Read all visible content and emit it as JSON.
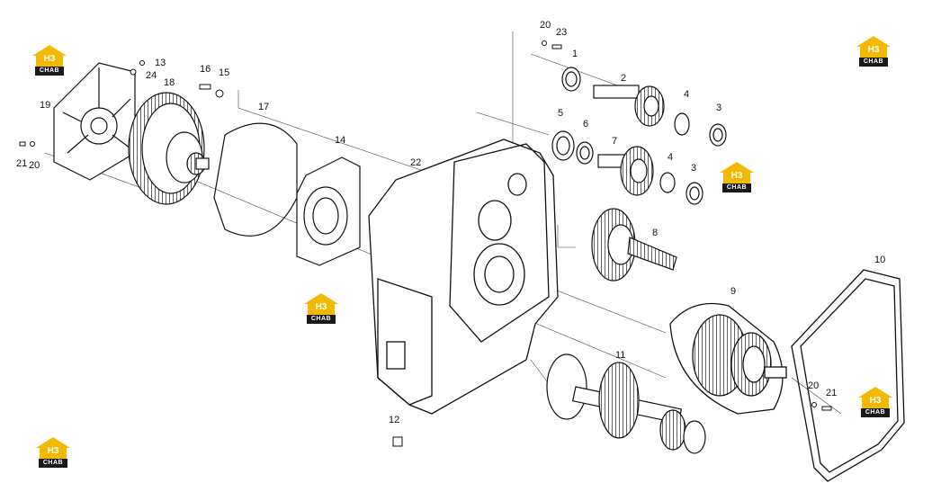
{
  "brand": {
    "mark_text": "H3",
    "name": "CHAB",
    "colors": {
      "yellow": "#f2b900",
      "dark": "#1a1a1a"
    }
  },
  "part_labels": [
    {
      "id": "p1",
      "text": "1"
    },
    {
      "id": "p2",
      "text": "2"
    },
    {
      "id": "p3a",
      "text": "3"
    },
    {
      "id": "p3b",
      "text": "3"
    },
    {
      "id": "p4a",
      "text": "4"
    },
    {
      "id": "p4b",
      "text": "4"
    },
    {
      "id": "p5",
      "text": "5"
    },
    {
      "id": "p6",
      "text": "6"
    },
    {
      "id": "p7",
      "text": "7"
    },
    {
      "id": "p8",
      "text": "8"
    },
    {
      "id": "p9",
      "text": "9"
    },
    {
      "id": "p10",
      "text": "10"
    },
    {
      "id": "p11",
      "text": "11"
    },
    {
      "id": "p12",
      "text": "12"
    },
    {
      "id": "p13",
      "text": "13"
    },
    {
      "id": "p14",
      "text": "14"
    },
    {
      "id": "p15",
      "text": "15"
    },
    {
      "id": "p16",
      "text": "16"
    },
    {
      "id": "p17",
      "text": "17"
    },
    {
      "id": "p18",
      "text": "18"
    },
    {
      "id": "p19",
      "text": "19"
    },
    {
      "id": "p20a",
      "text": "20"
    },
    {
      "id": "p20b",
      "text": "20"
    },
    {
      "id": "p20c",
      "text": "20"
    },
    {
      "id": "p21a",
      "text": "21"
    },
    {
      "id": "p21b",
      "text": "21"
    },
    {
      "id": "p22",
      "text": "22"
    },
    {
      "id": "p23",
      "text": "23"
    },
    {
      "id": "p24",
      "text": "24"
    }
  ]
}
